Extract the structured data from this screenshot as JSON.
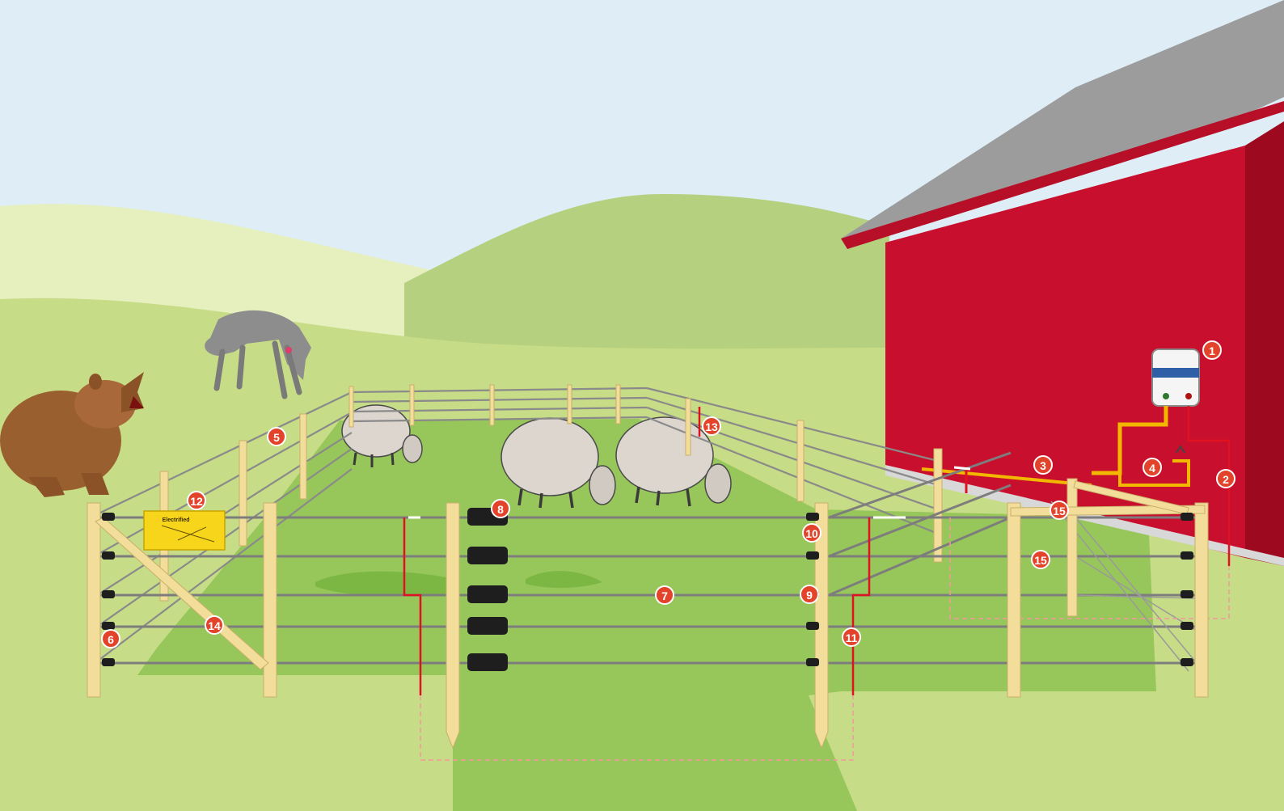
{
  "diagram": {
    "markers": [
      "1",
      "2",
      "3",
      "4",
      "5",
      "6",
      "7",
      "8",
      "9",
      "10",
      "11",
      "12",
      "13",
      "14",
      "15",
      "15"
    ],
    "sign_text": "⚡ Electrified",
    "colors": {
      "sky": "#dfeef6",
      "hill_far": "#e6efbe",
      "hill_mid": "#b5d07f",
      "meadow": "#c7dc86",
      "pasture": "#97c65a",
      "barn_wall": "#c8102e",
      "barn_roof": "#9c9c9c",
      "post": "#f3dd9a",
      "wire": "#7d7d7d",
      "insulator": "#1e1e1e",
      "cable_yellow": "#f2b800",
      "cable_red": "#e0121f",
      "marker": "#e2432a",
      "sign": "#f7d51a"
    },
    "icons": [
      "bear-icon",
      "wolf-icon",
      "sheep-icon",
      "energizer-icon",
      "warning-sign-icon"
    ]
  }
}
